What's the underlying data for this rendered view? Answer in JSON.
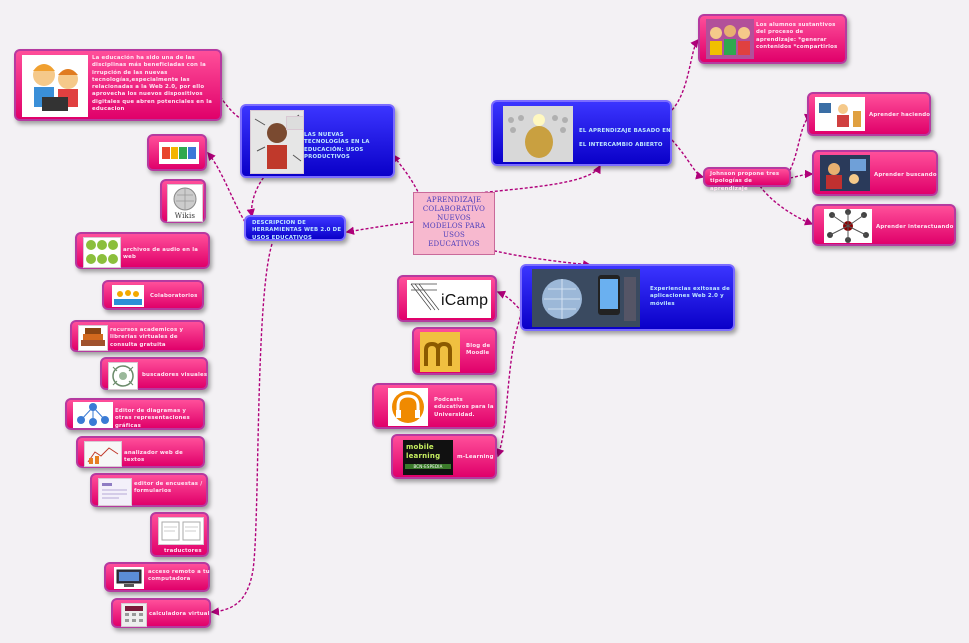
{
  "center": {
    "lines": [
      "APRENDIZAJE",
      "COLABORATIVO",
      "NUEVOS",
      "MODELOS PARA",
      "USOS",
      "EDUCATIVOS"
    ]
  },
  "nuevas_tecnologias": {
    "title": "LAS NUEVAS TECNOLOGÍAS EN LA EDUCACIÓN: USOS PRODUCTIVOS"
  },
  "educacion_note": {
    "text": "La educación ha sido una de las disciplinas más beneficiadas con la irrupción de las nuevas tecnologías,especialmente las relacionadas a la Web 2.0, por ello aprovecha los nuevos dispositivos digitales que abren potenciales en la educacion"
  },
  "descripcion": {
    "title": "DESCRIPCION DE HERRAMIENTAS WEB 2.0 DE USOS EDUCATIVOS"
  },
  "tools": [
    {
      "label": "",
      "icon": "blog-logo-icon"
    },
    {
      "label": "",
      "icon": "wikipedia-logo-icon"
    },
    {
      "label": "archivos de audio en la web",
      "icon": "audio-icon"
    },
    {
      "label": "Colaboratorios",
      "icon": "collaboration-icon"
    },
    {
      "label": "recursos academicos y librerias virtuales de consulta gratuita",
      "icon": "books-icon"
    },
    {
      "label": "buscadores visuales",
      "icon": "visual-search-icon"
    },
    {
      "label": "Editor de diagramas y otras representaciones gráficas",
      "icon": "diagram-icon"
    },
    {
      "label": "analizador web de textos",
      "icon": "text-analyzer-icon"
    },
    {
      "label": "editor de encuestas / formularios",
      "icon": "form-icon"
    },
    {
      "label": "traductores",
      "icon": "translator-icon"
    },
    {
      "label": "acceso remoto a tu computadora",
      "icon": "remote-computer-icon"
    },
    {
      "label": "calculadora virtual",
      "icon": "calculator-icon"
    }
  ],
  "aprendizaje_basado": {
    "line1": "EL APRENDIZAJE BASADO EN",
    "line2": "EL INTERCAMBIO ABIERTO"
  },
  "alumnos_note": {
    "text": "Los alumnos sustantivos del proceso de aprendizaje: *generar contenidos *compartirlos"
  },
  "johnson": {
    "text": "Johnson propone tres tipologías de aprendizaje"
  },
  "aprender": [
    {
      "label": "Aprender haciendo",
      "icon": "classroom-icon"
    },
    {
      "label": "Aprender buscando",
      "icon": "searching-icon"
    },
    {
      "label": "Aprender interactuando",
      "icon": "network-icon"
    }
  ],
  "experiencias": {
    "title": "Experiencias exitosas de aplicaciones Web 2.0 y móviles"
  },
  "examples": [
    {
      "label": "",
      "logo": "iCamp",
      "icon": "icamp-logo-icon"
    },
    {
      "label": "Blog de Moodle",
      "icon": "moodle-logo-icon"
    },
    {
      "label": "Podcasts educativos para la Universidad.",
      "icon": "podcast-icon"
    },
    {
      "label": "m-Learning",
      "logo_line1": "mobile",
      "logo_line2": "learning",
      "logo_line3": "BCN-ESPEDIA",
      "icon": "mobile-learning-logo-icon"
    }
  ],
  "colors": {
    "pink": "#e8006f",
    "blue": "#1000e0",
    "link": "#b0007a",
    "center": "#f7b9cf"
  }
}
